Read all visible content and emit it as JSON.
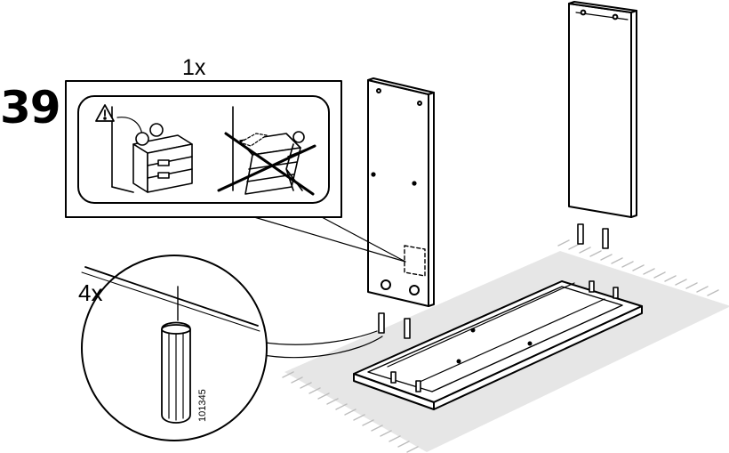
{
  "instruction_step": {
    "number": "39",
    "callout_quantity": "1x",
    "dowel_quantity": "4x",
    "part_number": "101345"
  },
  "callout": {
    "warning_icon": "warning-triangle-icon",
    "correct_example": "dresser-anchored-to-wall-icon",
    "incorrect_example": "crossed-out-tipping-dresser-icon"
  },
  "colors": {
    "ink": "#000000",
    "shadow_rug": "#e6e6e6",
    "background": "#ffffff"
  }
}
